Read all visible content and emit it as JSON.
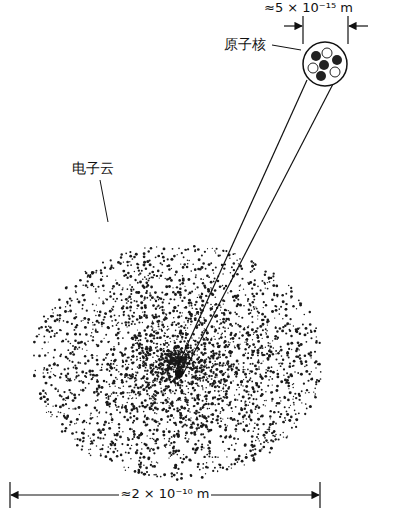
{
  "diagram": {
    "labels": [
      "≈5 × 10⁻¹⁵ m",
      "原子核",
      "电子云",
      "≈2 × 10⁻¹⁰ m"
    ]
  }
}
